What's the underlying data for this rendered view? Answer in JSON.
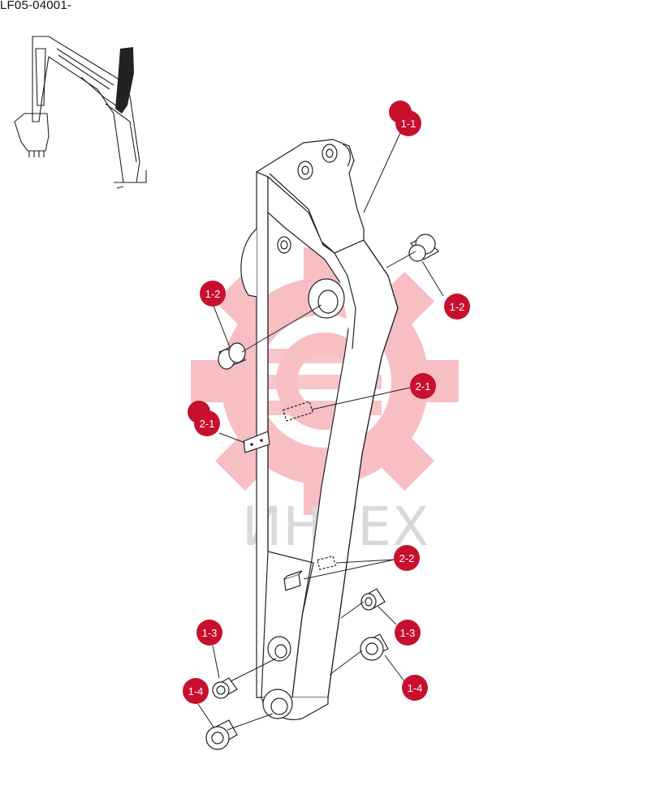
{
  "page_code": "LF05-04001-",
  "watermark": {
    "text": "ИНТЕХ",
    "color": "#f28c93",
    "text_color": "#d9d9d9"
  },
  "callout_color": "#c8102e",
  "callouts": [
    {
      "id": "1-1",
      "label": "1-1"
    },
    {
      "id": "1-2-left",
      "label": "1-2"
    },
    {
      "id": "1-2-right",
      "label": "1-2"
    },
    {
      "id": "2-1-left",
      "label": "2-1"
    },
    {
      "id": "2-1-right",
      "label": "2-1"
    },
    {
      "id": "2-2",
      "label": "2-2"
    },
    {
      "id": "1-3-left",
      "label": "1-3"
    },
    {
      "id": "1-3-right",
      "label": "1-3"
    },
    {
      "id": "1-4-left",
      "label": "1-4"
    },
    {
      "id": "1-4-right",
      "label": "1-4"
    }
  ]
}
